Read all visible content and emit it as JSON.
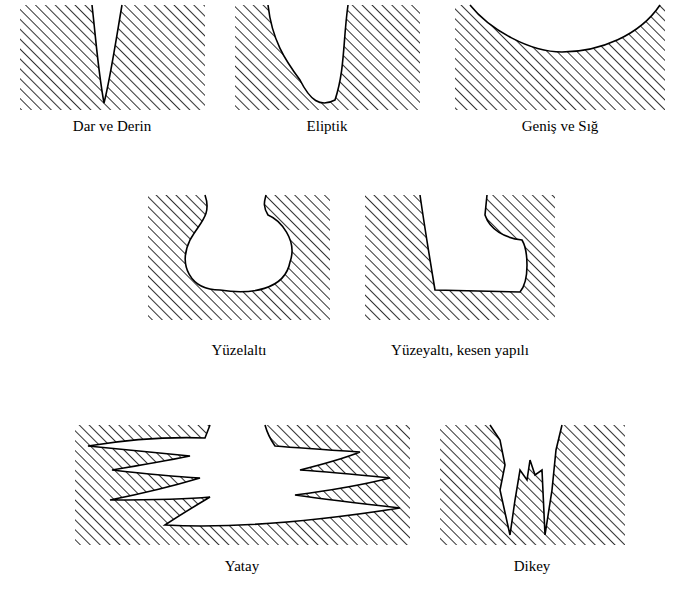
{
  "diagram": {
    "labels": [
      "Dar ve Derin",
      "Eliptik",
      "Geniş ve Sığ",
      "Yüzelaltı",
      "Yüzeyaltı, kesen yapılı",
      "Yatay",
      "Dikey"
    ]
  }
}
